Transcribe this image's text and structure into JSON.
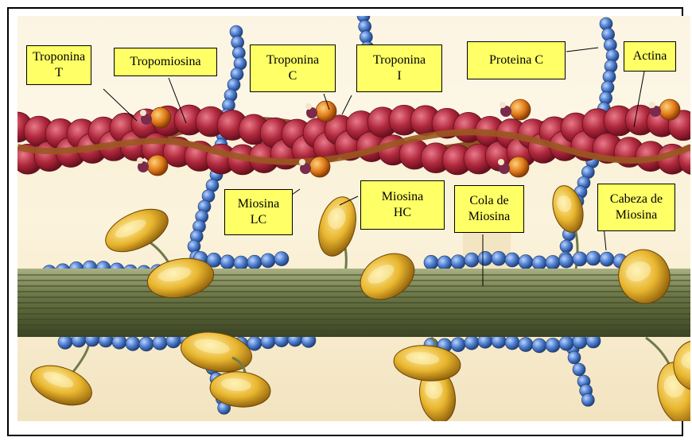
{
  "labels": {
    "troponina_t": "Troponina\nT",
    "tropomiosina": "Tropomiosina",
    "troponina_c": "Troponina\nC",
    "troponina_i": "Troponina\nI",
    "proteina_c": "Proteina C",
    "actina": "Actina",
    "miosina_lc": "Miosina\nLC",
    "miosina_hc": "Miosina\nHC",
    "cola_miosina": "Cola de\nMiosina",
    "cabeza_miosina": "Cabeza de\nMiosina"
  },
  "colors": {
    "label_bg": "#ffff66",
    "actin": "#b0283c",
    "troponin": "#e07a18",
    "tropomyosin": "#8a4a1a",
    "protein_c": "#4f7fd0",
    "myosin_head": "#e8b52e",
    "thick_filament": "#6f7a4a",
    "background": "#fbf3dc"
  }
}
